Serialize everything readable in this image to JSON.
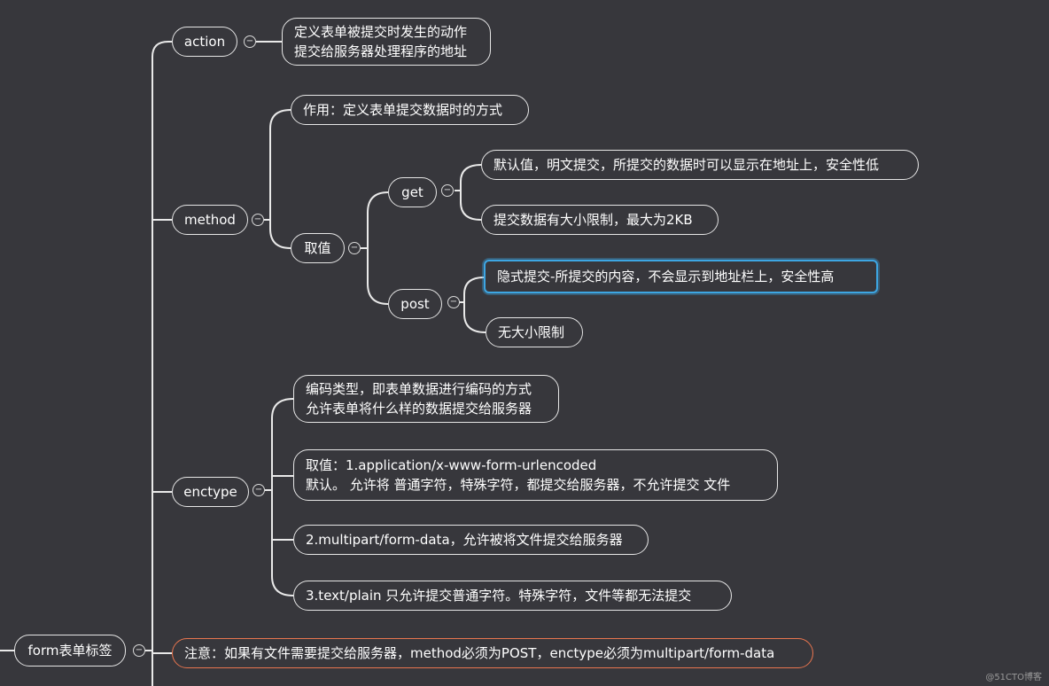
{
  "root": {
    "label": "form表单标签"
  },
  "action": {
    "label": "action",
    "desc_lines": [
      "定义表单被提交时发生的动作",
      "提交给服务器处理程序的地址"
    ]
  },
  "method": {
    "label": "method",
    "purpose": "作用：定义表单提交数据时的方式",
    "values_label": "取值",
    "get": {
      "label": "get",
      "items": [
        "默认值，明文提交，所提交的数据时可以显示在地址上，安全性低",
        "提交数据有大小限制，最大为2KB"
      ]
    },
    "post": {
      "label": "post",
      "items": [
        "隐式提交-所提交的内容，不会显示到地址栏上，安全性高",
        "无大小限制"
      ]
    }
  },
  "enctype": {
    "label": "enctype",
    "desc_lines": [
      "编码类型，即表单数据进行编码的方式",
      "允许表单将什么样的数据提交给服务器"
    ],
    "value1_lines": [
      "取值：1.application/x-www-form-urlencoded",
      " 默认。 允许将 普通字符，特殊字符，都提交给服务器，不允许提交 文件"
    ],
    "value2": "2.multipart/form-data，允许被将文件提交给服务器",
    "value3": "3.text/plain  只允许提交普通字符。特殊字符，文件等都无法提交"
  },
  "note": {
    "label": "注意：如果有文件需要提交给服务器，method必须为POST，enctype必须为multipart/form-data"
  },
  "collapse_symbol": "−",
  "watermark": "@51CTO博客",
  "colors": {
    "background": "#37373c",
    "line": "#e9e9e9",
    "selected": "#3da6e3",
    "warning": "#e8754f"
  }
}
